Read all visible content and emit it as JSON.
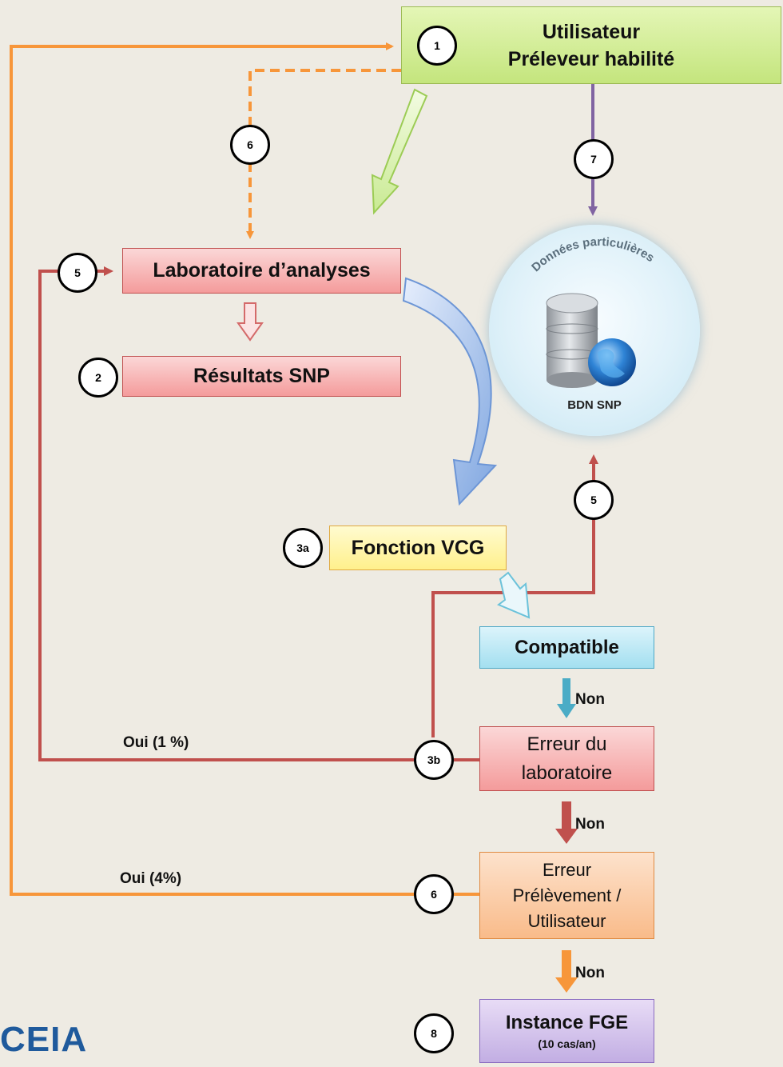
{
  "nodes": {
    "utilisateur": {
      "line1": "Utilisateur",
      "line2": "Préleveur habilité"
    },
    "laboratoire": "Laboratoire d’analyses",
    "resultats": "Résultats SNP",
    "fonction_vcg": "Fonction VCG",
    "compatible": "Compatible",
    "erreur_labo": {
      "line1": "Erreur du",
      "line2": "laboratoire"
    },
    "erreur_prelevement": {
      "line1": "Erreur",
      "line2": "Prélèvement /",
      "line3": "Utilisateur"
    },
    "instance_fge": {
      "line1": "Instance FGE",
      "line2": "(10 cas/an)"
    }
  },
  "database": {
    "arc_label": "Données particulières",
    "caption": "BDN SNP",
    "icon": "database-globe-icon"
  },
  "steps": {
    "s1": "1",
    "s2": "2",
    "s3a": "3a",
    "s3b": "3b",
    "s5_left": "5",
    "s5_right": "5",
    "s6_top": "6",
    "s6_bottom": "6",
    "s7": "7",
    "s8": "8"
  },
  "edge_labels": {
    "non_1": "Non",
    "non_2": "Non",
    "non_3": "Non",
    "oui_1": "Oui (1 %)",
    "oui_4": "Oui (4%)"
  },
  "logo": {
    "text": "CEIA",
    "tagline": ""
  },
  "colors": {
    "orange": "#f7963a",
    "red": "#c0504d",
    "purple": "#8064a2",
    "teal": "#4bacc6",
    "green": "#a9d66b",
    "blue": "#7fa6e0"
  }
}
